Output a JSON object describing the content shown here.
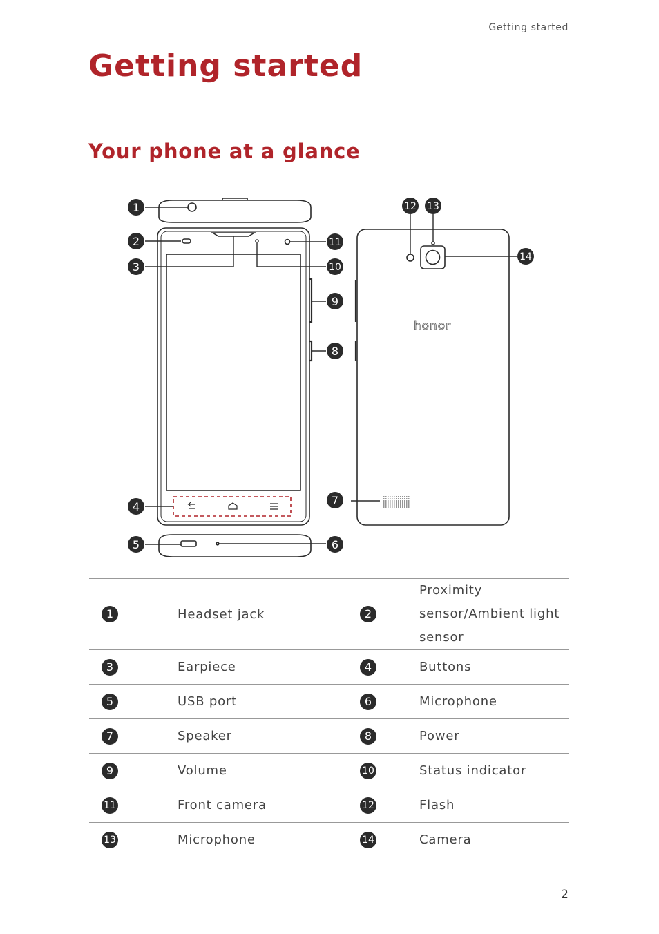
{
  "running_header": "Getting started",
  "chapter_title": "Getting started",
  "section_title": "Your phone at a glance",
  "figure": {
    "callouts": [
      "1",
      "2",
      "3",
      "4",
      "5",
      "6",
      "7",
      "8",
      "9",
      "10",
      "11",
      "12",
      "13",
      "14"
    ],
    "back_logo": "honor"
  },
  "legend": {
    "rows": [
      {
        "n1": "1",
        "l1": "Headset jack",
        "n2": "2",
        "l2": "Proximity sensor/Ambient light sensor"
      },
      {
        "n1": "3",
        "l1": "Earpiece",
        "n2": "4",
        "l2": "Buttons"
      },
      {
        "n1": "5",
        "l1": "USB port",
        "n2": "6",
        "l2": "Microphone"
      },
      {
        "n1": "7",
        "l1": "Speaker",
        "n2": "8",
        "l2": "Power"
      },
      {
        "n1": "9",
        "l1": "Volume",
        "n2": "10",
        "l2": "Status indicator"
      },
      {
        "n1": "11",
        "l1": "Front camera",
        "n2": "12",
        "l2": "Flash"
      },
      {
        "n1": "13",
        "l1": "Microphone",
        "n2": "14",
        "l2": "Camera"
      }
    ]
  },
  "page_number": "2",
  "colors": {
    "accent": "#b0242a",
    "text": "#333333",
    "badge": "#2b2b2b",
    "rule": "#999999"
  }
}
